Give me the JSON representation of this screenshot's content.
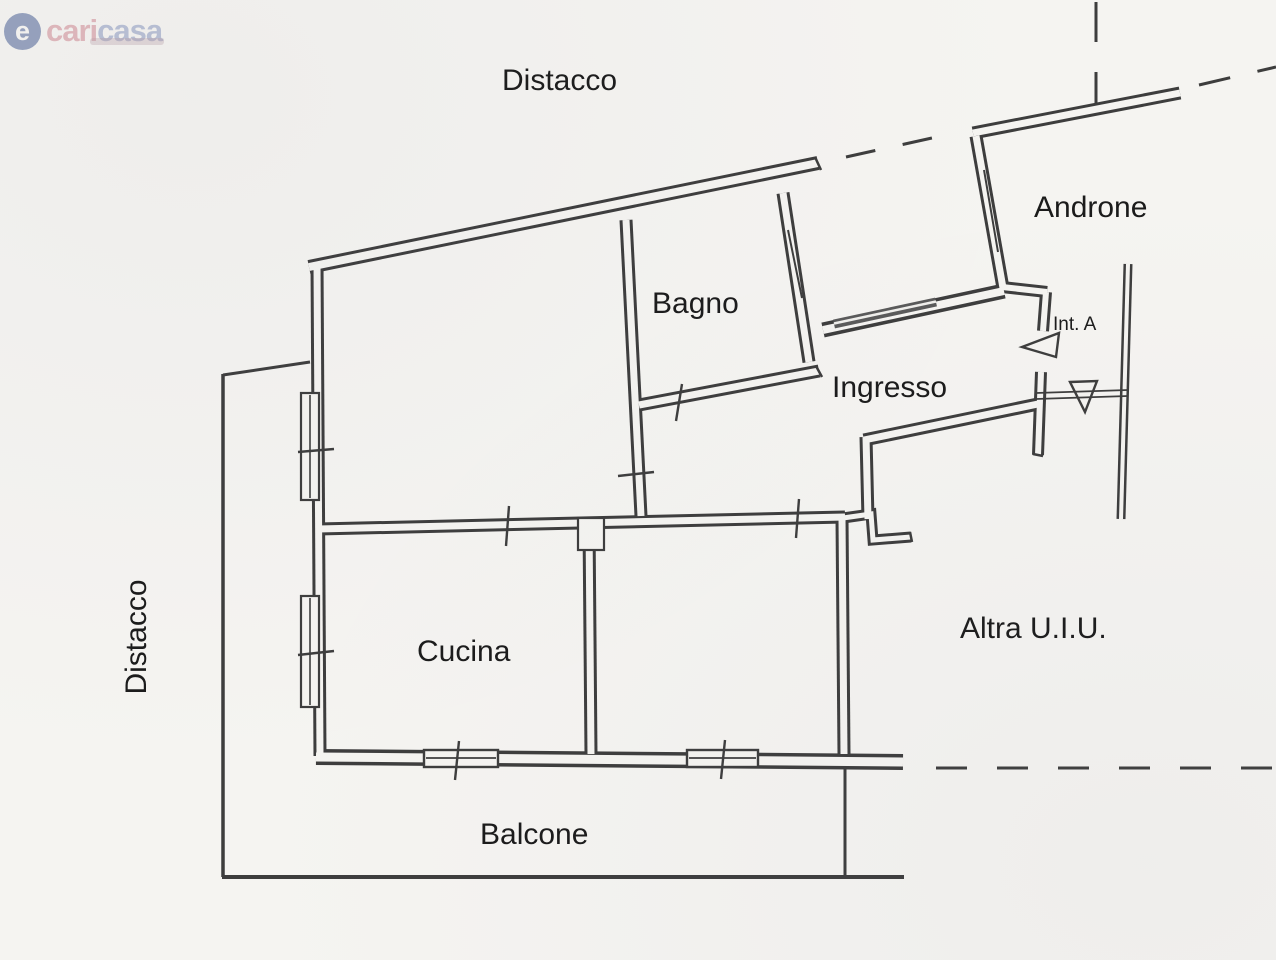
{
  "logo": {
    "circle_glyph": "e",
    "word_primary": "cari",
    "word_secondary": "casa"
  },
  "floor_plan": {
    "outdoor_labels": {
      "distacco_top": "Distacco",
      "distacco_left": "Distacco",
      "balcone": "Balcone",
      "androne": "Androne",
      "altra_uiu": "Altra U.I.U."
    },
    "room_labels": {
      "bagno": "Bagno",
      "ingresso": "Ingresso",
      "cucina": "Cucina"
    },
    "annotations": {
      "int_a": "Int. A"
    }
  },
  "colors": {
    "line": "#3d3d3d",
    "paper": "#f5f4f1",
    "window_band": "#5a5a5a",
    "logo_circle": "#7283ab",
    "logo_cari": "#d9a2a8",
    "logo_casa": "#a2adcb"
  }
}
